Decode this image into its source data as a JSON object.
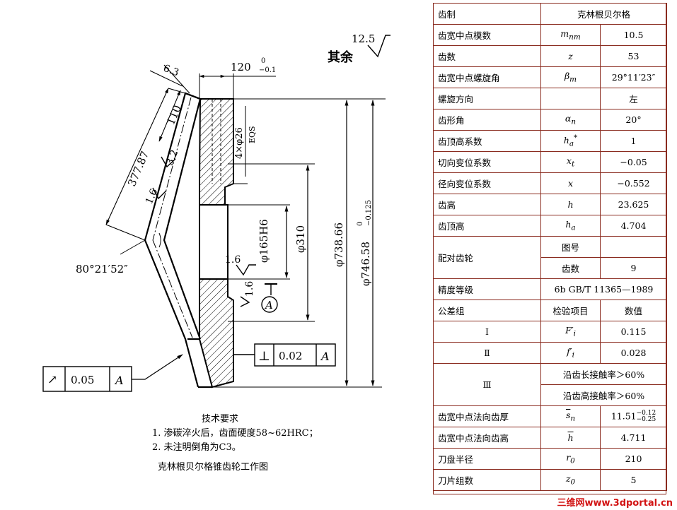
{
  "drawing": {
    "dims": {
      "d_377": "377.87",
      "d_110": "110",
      "d_63": "6.3",
      "d_120": "120",
      "d_120_tol_up": "0",
      "d_120_tol_low": "−0.1",
      "d_4x26": "4×φ26",
      "d_eqs": "EQS",
      "d_32": "3.2",
      "d_16a": "1.6",
      "d_16b": "1.6",
      "d_16c": "1.6",
      "d_165": "φ165H6",
      "d_310": "φ310",
      "d_738": "φ738.66",
      "d_746": "φ746.58",
      "d_746_tol_up": "0",
      "d_746_tol_low": "−0.125",
      "angle": "80°21′52″",
      "rough_other_value": "12.5",
      "rough_other_text": "其余"
    },
    "datum": "A",
    "frame_perp": {
      "symbol": "⊥",
      "value": "0.02",
      "datum": "A"
    },
    "frame_runout": {
      "symbol": "↗",
      "value": "0.05",
      "datum": "A"
    }
  },
  "notes": {
    "title": "技术要求",
    "items": [
      "1.  渗碳淬火后，齿面硬度58~62HRC；",
      "2.  未注明倒角为C3。"
    ],
    "caption": "克林根贝尔格锥齿轮工作图"
  },
  "table": {
    "r1": [
      "齿制",
      "克林根贝尔格"
    ],
    "r2": [
      "齿宽中点模数",
      "m",
      "nm",
      "10.5"
    ],
    "r3": [
      "齿数",
      "z",
      "53"
    ],
    "r4": [
      "齿宽中点螺旋角",
      "β",
      "m",
      "29°11′23″"
    ],
    "r5": [
      "螺旋方向",
      "左"
    ],
    "r6": [
      "齿形角",
      "α",
      "n",
      "20°"
    ],
    "r7": [
      "齿顶高系数",
      "h",
      "a",
      "*",
      "1"
    ],
    "r8": [
      "切向变位系数",
      "x",
      "t",
      "−0.05"
    ],
    "r9": [
      "径向变位系数",
      "x",
      "−0.552"
    ],
    "r10": [
      "齿高",
      "h",
      "23.625"
    ],
    "r11": [
      "齿顶高",
      "h",
      "a",
      "4.704"
    ],
    "r12": [
      "配对齿轮",
      "图号",
      ""
    ],
    "r13": [
      "齿数",
      "9"
    ],
    "r14": [
      "精度等级",
      "6b GB/T 11365—1989"
    ],
    "r15": [
      "公差组",
      "检验项目",
      "数值"
    ],
    "r16": [
      "Ⅰ",
      "F′",
      "i",
      "0.115"
    ],
    "r17": [
      "Ⅱ",
      "f′",
      "i",
      "0.028"
    ],
    "r18": [
      "Ⅲ",
      "沿齿长接触率＞60%"
    ],
    "r19": [
      "沿齿高接触率＞60%"
    ],
    "r20": [
      "齿宽中点法向齿厚",
      "s",
      "n",
      "11.51",
      "−0.12",
      "−0.25"
    ],
    "r21": [
      "齿宽中点法向齿高",
      "h",
      "4.711"
    ],
    "r22": [
      "刀盘半径",
      "r",
      "0",
      "210"
    ],
    "r23": [
      "刀片组数",
      "z",
      "0",
      "5"
    ]
  },
  "watermark": "三维网www.3dportal.cn"
}
